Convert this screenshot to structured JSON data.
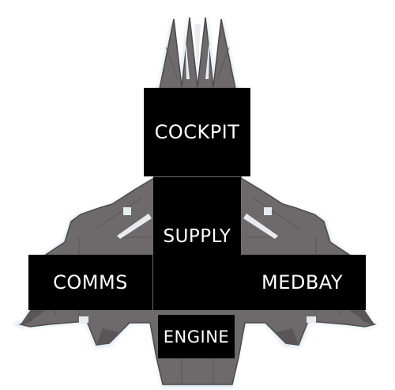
{
  "ship": {
    "hull_color": "#6e6a6c",
    "hull_dark": "#4e4a4c",
    "hull_edge": "#8a8688",
    "glow_color": "#d9e6f2",
    "window_color": "#e8ecf0"
  },
  "rooms": {
    "cockpit": "COCKPIT",
    "supply": "SUPPLY",
    "comms": "COMMS",
    "medbay": "MEDBAY",
    "engine": "ENGINE"
  }
}
